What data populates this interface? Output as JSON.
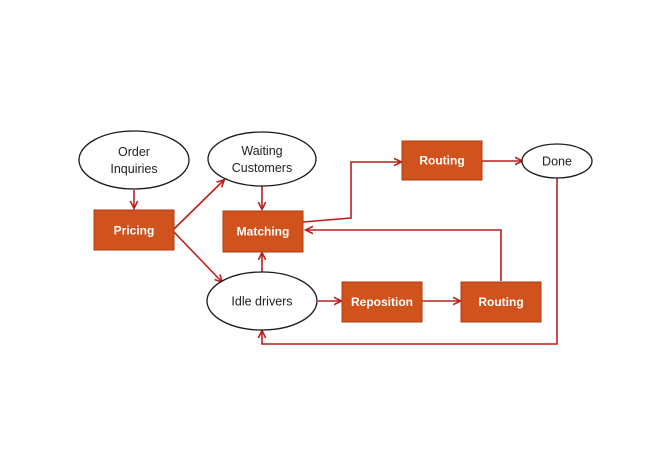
{
  "colors": {
    "process_fill": "#d0521d",
    "edge": "#b8211c",
    "state_stroke": "#1a1a1a"
  },
  "nodes": {
    "order_inquiries": {
      "shape": "ellipse",
      "lines": [
        "Order",
        "Inquiries"
      ]
    },
    "waiting_customers": {
      "shape": "ellipse",
      "lines": [
        "Waiting",
        "Customers"
      ]
    },
    "pricing": {
      "shape": "process-box",
      "label": "Pricing"
    },
    "matching": {
      "shape": "process-box",
      "label": "Matching"
    },
    "routing_top": {
      "shape": "process-box",
      "label": "Routing"
    },
    "done": {
      "shape": "ellipse",
      "label": "Done"
    },
    "idle_drivers": {
      "shape": "ellipse",
      "label": "Idle drivers"
    },
    "reposition": {
      "shape": "process-box",
      "label": "Reposition"
    },
    "routing_bottom": {
      "shape": "process-box",
      "label": "Routing"
    }
  },
  "edges": [
    {
      "from": "order_inquiries",
      "to": "pricing"
    },
    {
      "from": "pricing",
      "to": "waiting_customers"
    },
    {
      "from": "pricing",
      "to": "idle_drivers"
    },
    {
      "from": "waiting_customers",
      "to": "matching"
    },
    {
      "from": "idle_drivers",
      "to": "matching"
    },
    {
      "from": "matching",
      "to": "routing_top"
    },
    {
      "from": "routing_top",
      "to": "done"
    },
    {
      "from": "idle_drivers",
      "to": "reposition"
    },
    {
      "from": "reposition",
      "to": "routing_bottom"
    },
    {
      "from": "routing_bottom",
      "to": "matching"
    },
    {
      "from": "done",
      "to": "idle_drivers"
    }
  ]
}
